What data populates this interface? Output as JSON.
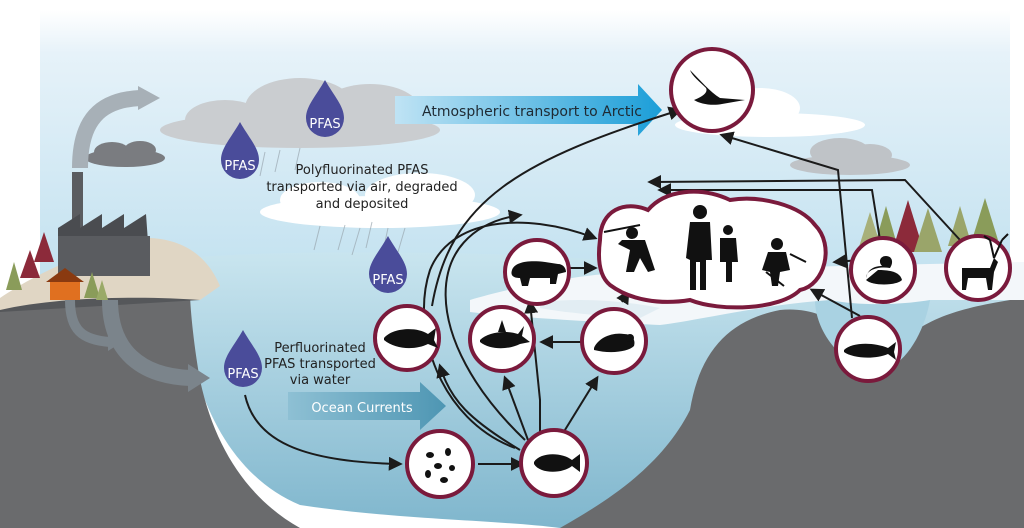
{
  "drops": {
    "label": "PFAS"
  },
  "labels": {
    "atmospheric": "Atmospheric transport to Arctic",
    "poly_line1": "Polyfluorinated PFAS",
    "poly_line2": "transported via air, degraded",
    "poly_line3": "and deposited",
    "perf_line1": "Perfluorinated",
    "perf_line2": "PFAS transported",
    "perf_line3": "via water",
    "ocean": "Ocean Currents"
  },
  "nodes": {
    "seabird": "seabird-icon",
    "polar_bear": "polar-bear-icon",
    "whale": "whale-icon",
    "orca": "orca-icon",
    "seal": "seal-icon",
    "zooplankton": "zooplankton-icon",
    "fish": "fish-icon",
    "mackerel": "mackerel-icon",
    "duck": "duck-icon",
    "reindeer": "reindeer-icon",
    "humans": "humans-icon"
  },
  "colors": {
    "node_ring": "#7a1a3c",
    "drop": "#4a4c9a",
    "sky": "#cfe7f3",
    "ocean": "#b4d8e6",
    "land": "#6b6c6e",
    "arrow_blue": "#2aa4db",
    "ocean_arrow": "#5f9fb8"
  }
}
